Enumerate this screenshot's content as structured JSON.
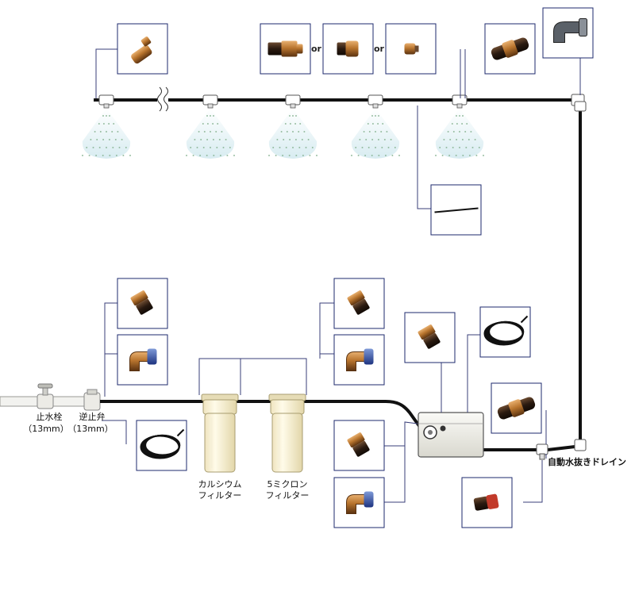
{
  "labels": {
    "stop_valve": "止水栓",
    "stop_valve_size": "（13mm）",
    "check_valve": "逆止弁",
    "check_valve_size": "（13mm）",
    "calcium_filter_1": "カルシウム",
    "calcium_filter_2": "フィルター",
    "micron_filter_1": "5ミクロン",
    "micron_filter_2": "フィルター",
    "auto_drain": "自動水抜きドレイン",
    "or_1": "or",
    "or_2": "or"
  },
  "parts": [
    "nozzle-plug",
    "nozzle-large",
    "nozzle-medium",
    "nozzle-small",
    "inline-connector",
    "elbow-fitting",
    "cut-tube",
    "straight-connector",
    "elbow-connector",
    "tube-coil",
    "straight-connector",
    "elbow-connector",
    "straight-connector",
    "tube-coil",
    "straight-connector",
    "elbow-connector",
    "union-connector",
    "drain-valve"
  ],
  "colors": {
    "pipe": "#111111",
    "box_border": "#1c2a6e",
    "leader": "#3a3f7a",
    "brass": "#b9752e",
    "mist": "#7fae8a"
  }
}
